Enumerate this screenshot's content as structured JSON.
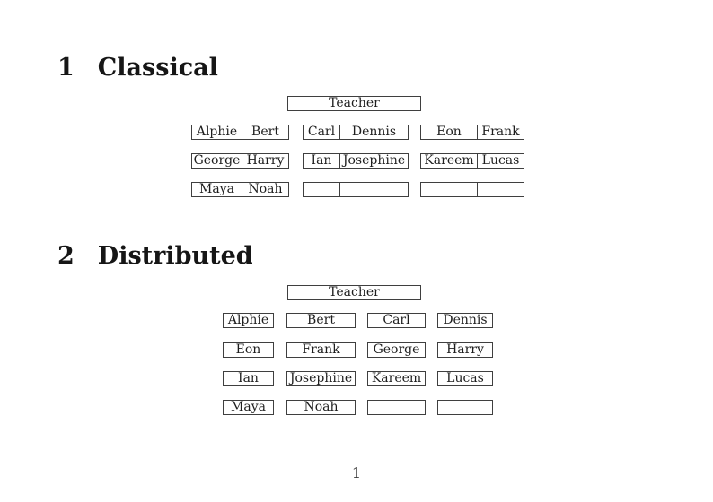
{
  "page": {
    "number": "1"
  },
  "colors": {
    "text": "#1e1e1e",
    "border": "#3f3f3f",
    "background": "#ffffff"
  },
  "sections": {
    "classical": {
      "number": "1",
      "title": "Classical"
    },
    "distributed": {
      "number": "2",
      "title": "Distributed"
    }
  },
  "classical": {
    "teacher_label": "Teacher",
    "desk_rows": [
      [
        [
          "Alphie",
          "Bert"
        ],
        [
          "Carl",
          "Dennis"
        ],
        [
          "Eon",
          "Frank"
        ]
      ],
      [
        [
          "George",
          "Harry"
        ],
        [
          "Ian",
          "Josephine"
        ],
        [
          "Kareem",
          "Lucas"
        ]
      ],
      [
        [
          "Maya",
          "Noah"
        ],
        [
          "",
          ""
        ],
        [
          "",
          ""
        ]
      ]
    ]
  },
  "distributed": {
    "teacher_label": "Teacher",
    "desk_rows": [
      [
        "Alphie",
        "Bert",
        "Carl",
        "Dennis"
      ],
      [
        "Eon",
        "Frank",
        "George",
        "Harry"
      ],
      [
        "Ian",
        "Josephine",
        "Kareem",
        "Lucas"
      ],
      [
        "Maya",
        "Noah",
        "",
        ""
      ]
    ]
  }
}
